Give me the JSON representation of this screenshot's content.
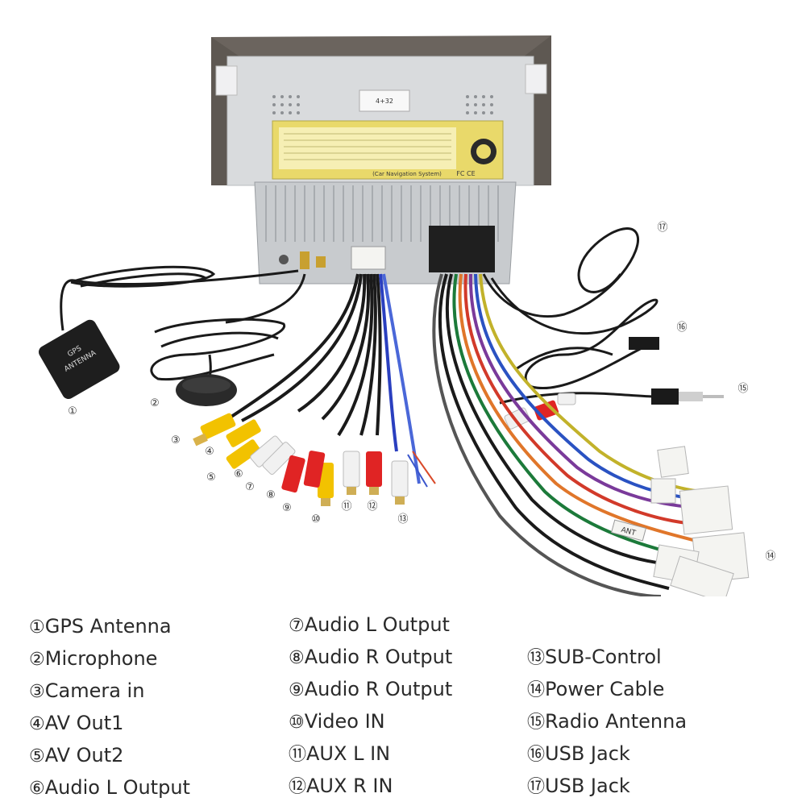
{
  "device": {
    "label_text": "(Car Navigation System)",
    "fcc_mark": "FC CE",
    "serial_text": "4+32"
  },
  "gps_module": {
    "text_line1": "GPS",
    "text_line2": "ANTENNA"
  },
  "harness": {
    "tag_ant": "ANT"
  },
  "callouts": [
    {
      "id": "1",
      "symbol": "①"
    },
    {
      "id": "2",
      "symbol": "②"
    },
    {
      "id": "3",
      "symbol": "③"
    },
    {
      "id": "4",
      "symbol": "④"
    },
    {
      "id": "5",
      "symbol": "⑤"
    },
    {
      "id": "6",
      "symbol": "⑥"
    },
    {
      "id": "7",
      "symbol": "⑦"
    },
    {
      "id": "8",
      "symbol": "⑧"
    },
    {
      "id": "9",
      "symbol": "⑨"
    },
    {
      "id": "10",
      "symbol": "⑩"
    },
    {
      "id": "11",
      "symbol": "⑪"
    },
    {
      "id": "12",
      "symbol": "⑫"
    },
    {
      "id": "13",
      "symbol": "⑬"
    },
    {
      "id": "14",
      "symbol": "⑭"
    },
    {
      "id": "15",
      "symbol": "⑮"
    },
    {
      "id": "16",
      "symbol": "⑯"
    },
    {
      "id": "17",
      "symbol": "⑰"
    }
  ],
  "legend": {
    "col1": [
      {
        "num": "①",
        "text": "GPS Antenna"
      },
      {
        "num": "②",
        "text": "Microphone"
      },
      {
        "num": "③",
        "text": "Camera in"
      },
      {
        "num": "④",
        "text": "AV Out1"
      },
      {
        "num": "⑤",
        "text": "AV Out2"
      },
      {
        "num": "⑥",
        "text": "Audio L Output"
      }
    ],
    "col2": [
      {
        "num": "⑦",
        "text": "Audio L Output"
      },
      {
        "num": "⑧",
        "text": "Audio R Output"
      },
      {
        "num": "⑨",
        "text": "Audio R Output"
      },
      {
        "num": "⑩",
        "text": "Video IN"
      },
      {
        "num": "⑪",
        "text": "AUX L IN"
      },
      {
        "num": "⑫",
        "text": "AUX R IN"
      }
    ],
    "col3": [
      {
        "num": "⑬",
        "text": "SUB-Control"
      },
      {
        "num": "⑭",
        "text": "Power Cable"
      },
      {
        "num": "⑮",
        "text": "Radio Antenna"
      },
      {
        "num": "⑯",
        "text": "USB Jack"
      },
      {
        "num": "⑰",
        "text": "USB Jack"
      }
    ]
  },
  "colors": {
    "background": "#ffffff",
    "chassis_frame": "#6b645e",
    "chassis_metal": "#d6d8da",
    "heatsink": "#c8cbce",
    "label_yellow": "#e9d96a",
    "cable_black": "#1a1a1a",
    "rca_yellow": "#f2c200",
    "rca_red": "#e02424",
    "rca_white": "#f1f1f1",
    "connector_white": "#f4f4f1"
  }
}
